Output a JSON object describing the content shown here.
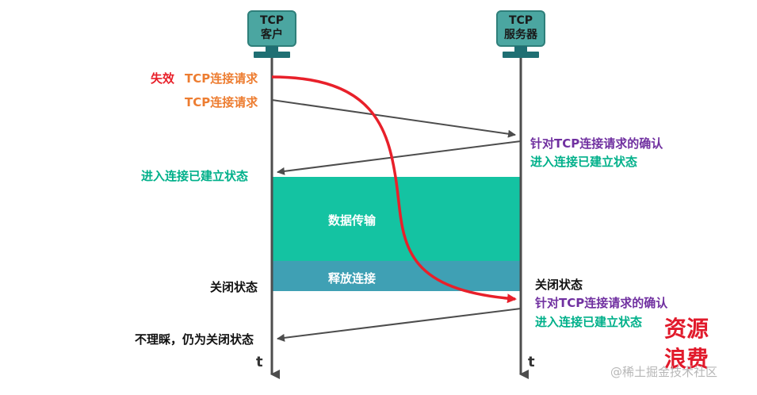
{
  "colors": {
    "monitor": "#4ba6a1",
    "monitor_border": "#2f7f7a",
    "stand": "#1f6f73",
    "line": "#4d4d4d",
    "arrow": "#4d4d4d",
    "fail_red": "#e8202a",
    "orange": "#ed7d31",
    "purple": "#7030a0",
    "teal": "#00b08a",
    "data_block": "#14c3a2",
    "release_block": "#3fa0b4",
    "black": "#111111",
    "waste_red": "#e11a2b",
    "watermark": "#b7b7b7"
  },
  "hosts": {
    "client": {
      "line1": "TCP",
      "line2": "客户"
    },
    "server": {
      "line1": "TCP",
      "line2": "服务器"
    }
  },
  "client_labels": {
    "failed_tag": "失效",
    "failed_request": "TCP连接请求",
    "request": "TCP连接请求",
    "established": "进入连接已建立状态",
    "closed": "关闭状态",
    "ignore": "不理睬，仍为关闭状态"
  },
  "server_labels": {
    "ack1_line1": "针对TCP连接请求的确认",
    "ack1_line2": "进入连接已建立状态",
    "closed": "关闭状态",
    "ack2_line1": "针对TCP连接请求的确认",
    "ack2_line2": "进入连接已建立状态"
  },
  "blocks": {
    "data_transfer": "数据传输",
    "release": "释放连接"
  },
  "time_axis_label": "t",
  "waste": {
    "line1": "资源",
    "line2": "浪费"
  },
  "watermark": "@稀土掘金技术社区"
}
